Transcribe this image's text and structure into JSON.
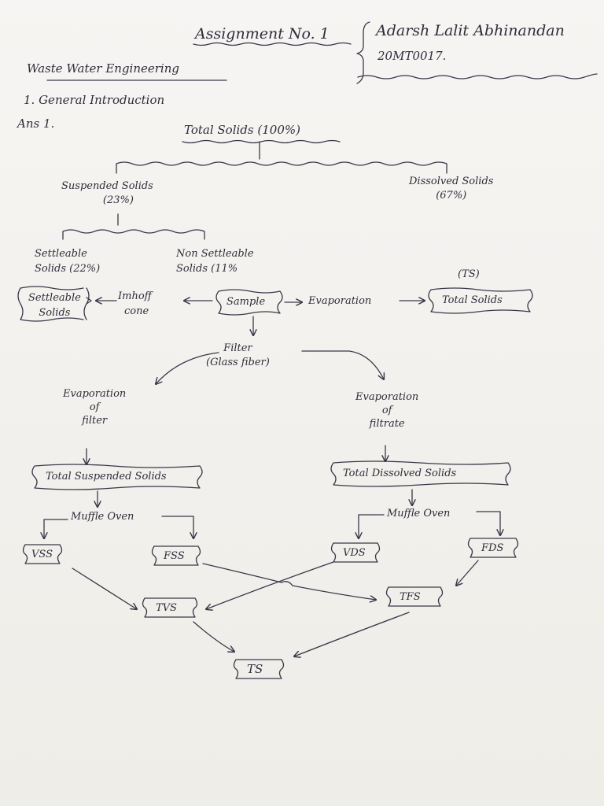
{
  "header": {
    "title": "Assignment No. 1",
    "student_name": "Adarsh Lalit Abhinandan",
    "roll_number": "20MT0017."
  },
  "subject": "Waste Water Engineering",
  "section": "1. General Introduction",
  "answer_label": "Ans 1.",
  "diagram": {
    "total_solids": "Total Solids (100%)",
    "suspended_solids": [
      "Suspended Solids",
      "(23%)"
    ],
    "dissolved_solids": [
      "Dissolved Solids",
      "(67%)"
    ],
    "settleable_solids": [
      "Settleable",
      "Solids (22%)"
    ],
    "non_settleable_solids": [
      "Non Settleable",
      "Solids (11%"
    ],
    "settleable_box": [
      "Settleable",
      "Solids"
    ],
    "imhoff_cone": [
      "Imhoff",
      "cone"
    ],
    "sample": "Sample",
    "evaporation": "Evaporation",
    "ts_label": "(TS)",
    "total_solids_box": "Total Solids",
    "filter": [
      "Filter",
      "(Glass fiber)"
    ],
    "evaporation_of_filter": [
      "Evaporation",
      "of",
      "filter"
    ],
    "evaporation_of_filtrate": [
      "Evaporation",
      "of",
      "filtrate"
    ],
    "total_suspended_solids": "Total Suspended Solids",
    "total_dissolved_solids": "Total Dissolved Solids",
    "muffle_oven_left": "Muffle Oven",
    "muffle_oven_right": "Muffle Oven",
    "vss": "VSS",
    "fss": "FSS",
    "vds": "VDS",
    "fds": "FDS",
    "tvs": "TVS",
    "tfs": "TFS",
    "ts": "TS"
  }
}
